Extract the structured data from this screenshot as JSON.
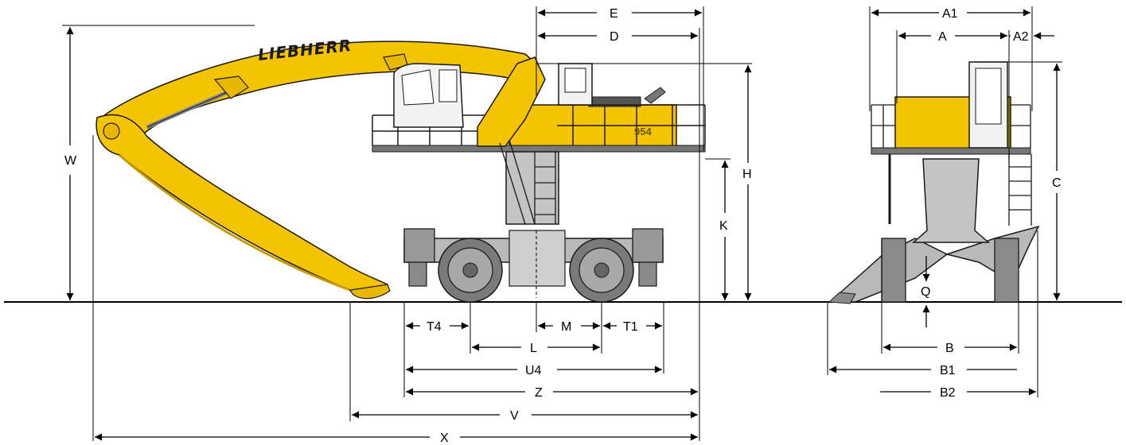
{
  "brand": "LIEBHERR",
  "model_badge": "954",
  "colors": {
    "body_yellow": "#f5c400",
    "yellow_shadow": "#c99a00",
    "undercarriage_gray": "#b9b9b9",
    "tower_gray": "#c4c4c4",
    "outline": "#1a1a1a",
    "dimension_line": "#000000"
  },
  "side_view_dimensions": {
    "E": "E",
    "D": "D",
    "W": "W",
    "H": "H",
    "K": "K",
    "T4": "T4",
    "M": "M",
    "T1": "T1",
    "L": "L",
    "U4": "U4",
    "Z": "Z",
    "V": "V",
    "X": "X"
  },
  "front_view_dimensions": {
    "A1": "A1",
    "A": "A",
    "A2": "A2",
    "C": "C",
    "Q": "Q",
    "B": "B",
    "B1": "B1",
    "B2": "B2"
  }
}
